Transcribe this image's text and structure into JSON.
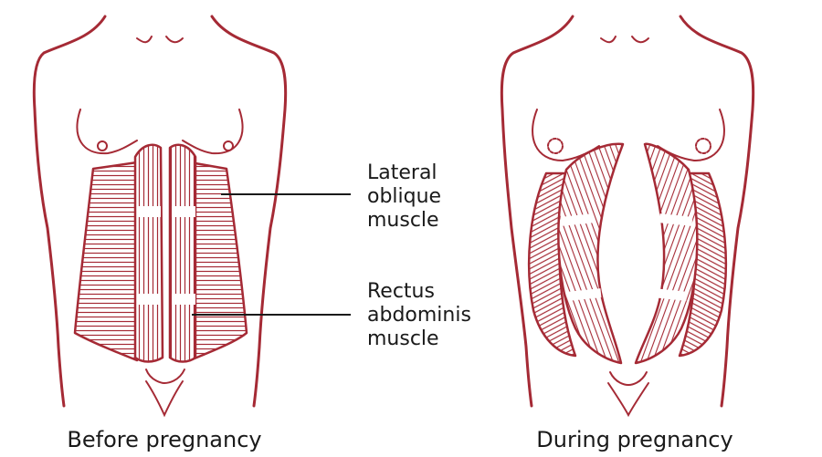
{
  "captions": {
    "before": "Before pregnancy",
    "during": "During pregnancy"
  },
  "labels": {
    "lateral_oblique": [
      "Lateral",
      "oblique",
      "muscle"
    ],
    "rectus_abdominis": [
      "Rectus",
      "abdominis",
      "muscle"
    ]
  },
  "colors": {
    "outline": "#a52a35",
    "text": "#1a1a1a",
    "background": "#ffffff"
  }
}
